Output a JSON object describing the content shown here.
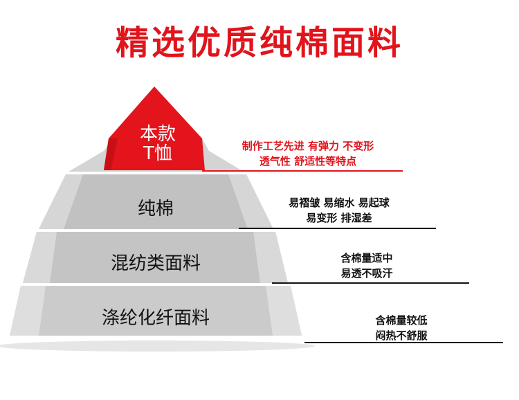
{
  "title": "精选优质纯棉面料",
  "tiers": [
    {
      "label_line1": "本款",
      "label_line2": "T恤",
      "desc_line1": "制作工艺先进 有弹力 不变形",
      "desc_line2": "透气性 舒适性等特点"
    },
    {
      "label": "纯棉",
      "desc_line1": "易褶皱 易缩水 易起球",
      "desc_line2": "易变形 排湿差"
    },
    {
      "label": "混纺类面料",
      "desc_line1": "含棉量适中",
      "desc_line2": "易透不吸汗"
    },
    {
      "label": "涤纶化纤面料",
      "desc_line1": "含棉量较低",
      "desc_line2": "闷热不舒服"
    }
  ],
  "colors": {
    "accent": "#e1141c",
    "tier_fill": "#c9c9c9",
    "tier_side": "#e3e3e3"
  }
}
